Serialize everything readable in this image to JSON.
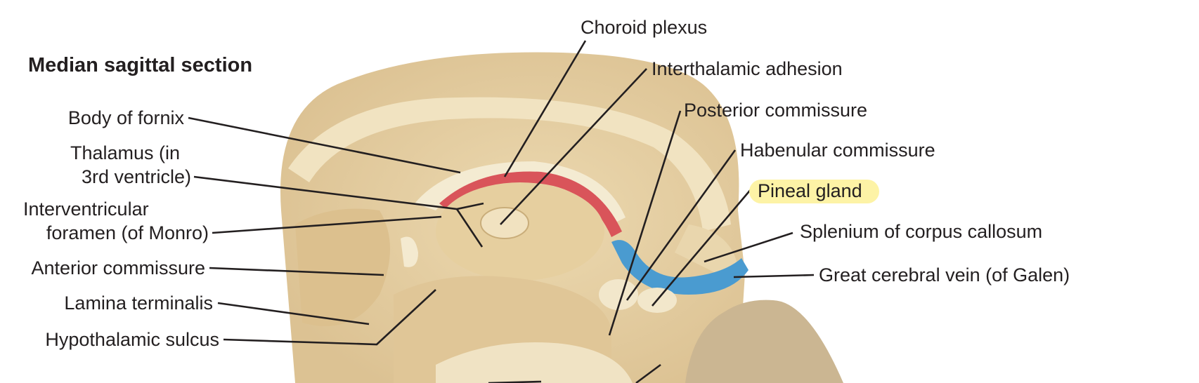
{
  "title": "Median sagittal section",
  "labels": {
    "choroid_plexus": "Choroid plexus",
    "interthalamic_adhesion": "Interthalamic adhesion",
    "body_of_fornix": "Body of fornix",
    "thalamus_1": "Thalamus (in",
    "thalamus_2": "3rd ventricle)",
    "interventricular_1": "Interventricular",
    "interventricular_2": "foramen (of Monro)",
    "anterior_commissure": "Anterior commissure",
    "lamina_terminalis": "Lamina terminalis",
    "hypothalamic_sulcus": "Hypothalamic sulcus",
    "posterior_commissure": "Posterior commissure",
    "habenular_commissure": "Habenular commissure",
    "pineal_gland": "Pineal gland",
    "splenium": "Splenium of corpus callosum",
    "great_cerebral_vein": "Great cerebral vein (of Galen)"
  },
  "colors": {
    "tissue": "#e8d3a8",
    "tissue_light": "#f3e8cc",
    "choroid": "#d9545a",
    "vein": "#4a9bd0",
    "highlight": "#fdf3a6",
    "patch": "#cbb692"
  }
}
